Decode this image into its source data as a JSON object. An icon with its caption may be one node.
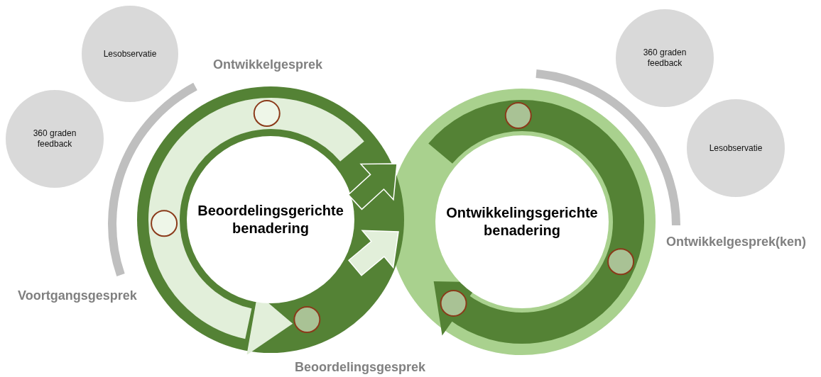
{
  "diagram": {
    "nodes": [
      {
        "text": [
          "Lesobservatie"
        ]
      },
      {
        "text": [
          "360 graden feedback"
        ]
      },
      {
        "text": [
          "Beoordelingsgerichte benadering"
        ]
      },
      {
        "text": [
          "360 graden feedback"
        ]
      },
      {
        "text": [
          "Lesobservatie"
        ]
      },
      {
        "text": [
          "Ontwikkelingsgerichte benadering"
        ]
      }
    ],
    "edges": [
      {
        "from": 2,
        "to": 5,
        "arrow": "to"
      },
      {
        "from": 2,
        "to": 5,
        "arrow": "to",
        "color": "#e2efda"
      }
    ],
    "labels": [
      "Ontwikkelgesprek",
      "Voortgangsgesprek",
      "Beoordelingsgesprek",
      "Ontwikkelgesprek(ken)"
    ]
  }
}
